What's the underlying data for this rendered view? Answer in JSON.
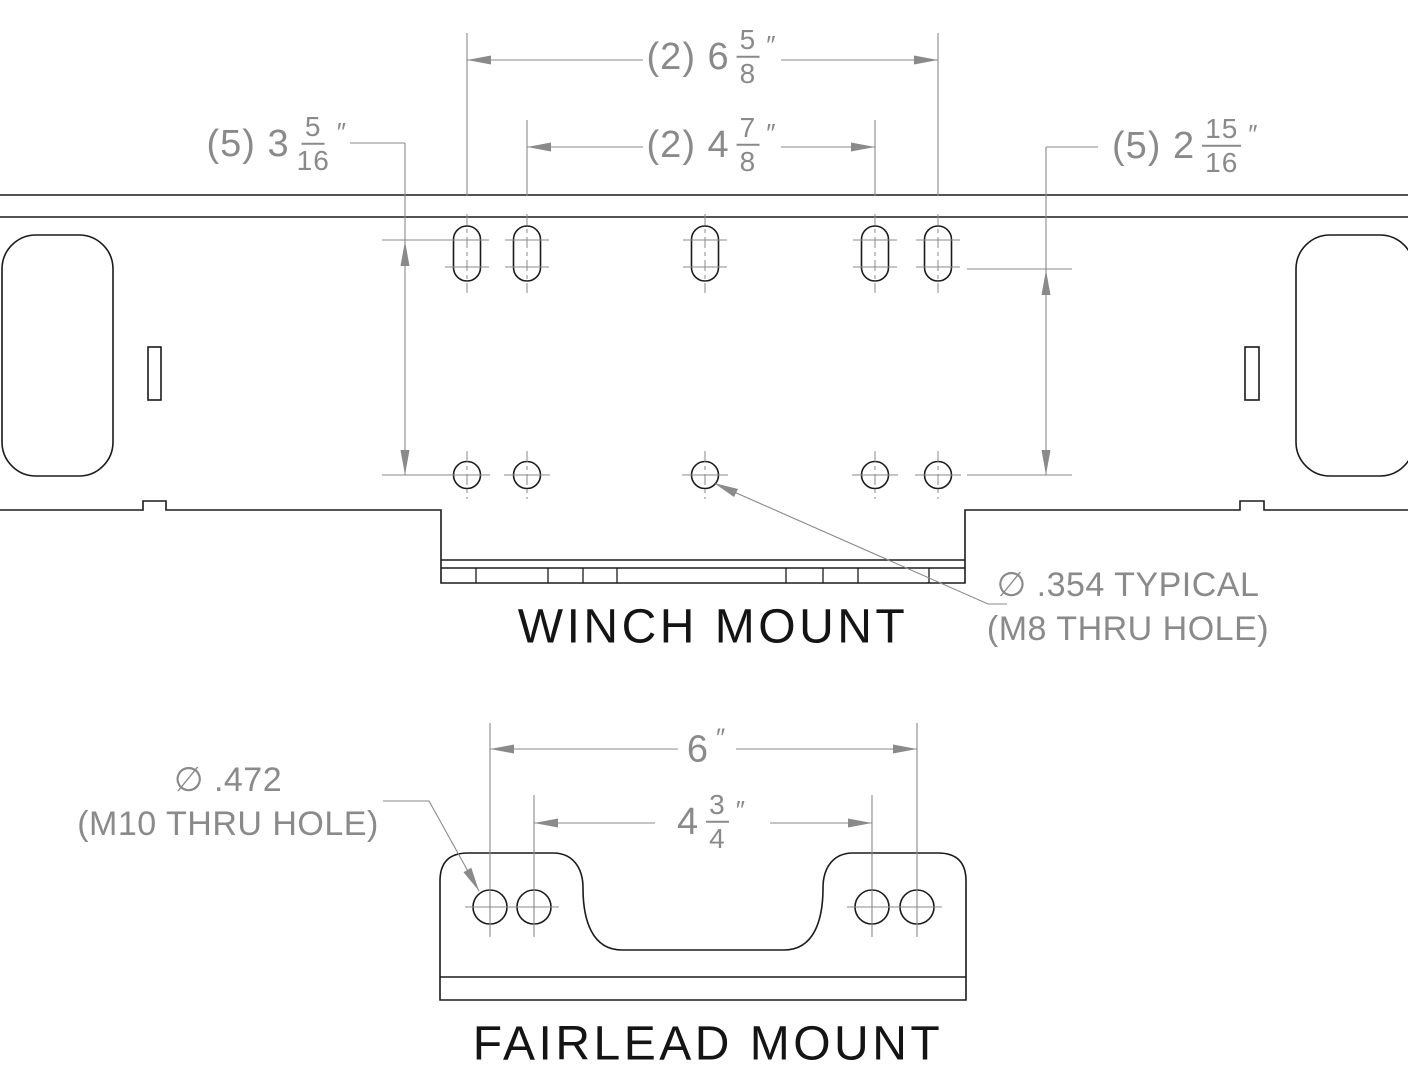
{
  "colors": {
    "part_line": "#1b1b1b",
    "dimension": "#8a8a8a",
    "title_text": "#141414",
    "background": "#ffffff"
  },
  "winch_mount": {
    "title": "WINCH MOUNT",
    "dims": {
      "slot_spacing_outer": {
        "label": "(2) 6",
        "num": "5",
        "den": "8",
        "unit": "″"
      },
      "slot_spacing_inner": {
        "label": "(2) 4",
        "num": "7",
        "den": "8",
        "unit": "″"
      },
      "vertical_left": {
        "label": "(5) 3",
        "num": "5",
        "den": "16",
        "unit": "″"
      },
      "vertical_right": {
        "label": "(5) 2",
        "num": "15",
        "den": "16",
        "unit": "″"
      }
    },
    "hole_callout": {
      "line1": "∅ .354 TYPICAL",
      "line2": "(M8 THRU HOLE)"
    }
  },
  "fairlead_mount": {
    "title": "FAIRLEAD MOUNT",
    "dims": {
      "hole_spacing_outer": {
        "label": "6",
        "unit": "″"
      },
      "hole_spacing_inner": {
        "label": "4",
        "num": "3",
        "den": "4",
        "unit": "″"
      }
    },
    "hole_callout": {
      "line1": "∅ .472",
      "line2": "(M10 THRU HOLE)"
    }
  }
}
